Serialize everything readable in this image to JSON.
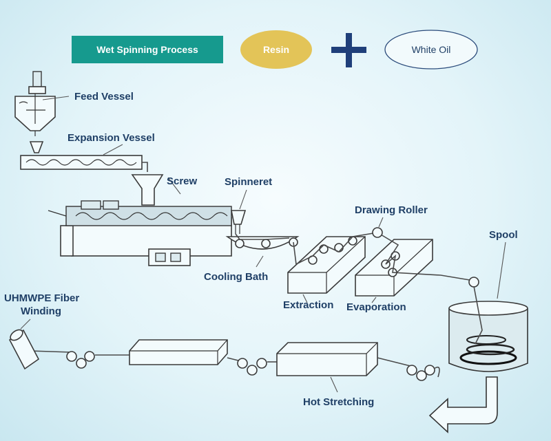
{
  "header": {
    "title": "Wet Spinning Process",
    "title_color": "#169a8e",
    "resin": "Resin",
    "resin_color": "#e3c458",
    "plus": "+",
    "plus_color": "#1f3f7a",
    "white_oil": "White Oil"
  },
  "labels": {
    "feed_vessel": "Feed Vessel",
    "expansion_vessel": "Expansion Vessel",
    "screw": "Screw",
    "spinneret": "Spinneret",
    "cooling_bath": "Cooling Bath",
    "drawing_roller": "Drawing Roller",
    "spool": "Spool",
    "extraction": "Extraction",
    "evaporation": "Evaporation",
    "winding_line1": "UHMWPE Fiber",
    "winding_line2": "Winding",
    "hot_stretching": "Hot Stretching"
  }
}
